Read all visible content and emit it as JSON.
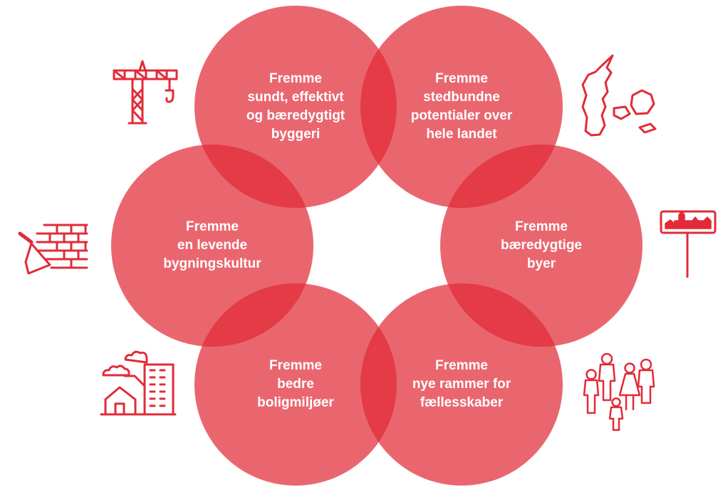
{
  "colors": {
    "circle_fill": "#e8505f",
    "overlap": "#e22b38",
    "icon_stroke": "#e22b38",
    "text": "#ffffff",
    "background": "#ffffff"
  },
  "goals": [
    {
      "lines": [
        "Fremme",
        "sundt, effektivt",
        "og bæredygtigt",
        "byggeri"
      ],
      "icon": "construction-crane-icon"
    },
    {
      "lines": [
        "Fremme",
        "stedbundne",
        "potentialer over",
        "hele landet"
      ],
      "icon": "denmark-map-icon"
    },
    {
      "lines": [
        "Fremme",
        "bæredygtige",
        "byer"
      ],
      "icon": "town-sign-icon"
    },
    {
      "lines": [
        "Fremme",
        "nye rammer for",
        "fællesskaber"
      ],
      "icon": "people-group-icon"
    },
    {
      "lines": [
        "Fremme",
        "bedre",
        "boligmiljøer"
      ],
      "icon": "houses-apartments-icon"
    },
    {
      "lines": [
        "Fremme",
        "en levende",
        "bygningskultur"
      ],
      "icon": "brick-wall-trowel-icon"
    }
  ]
}
